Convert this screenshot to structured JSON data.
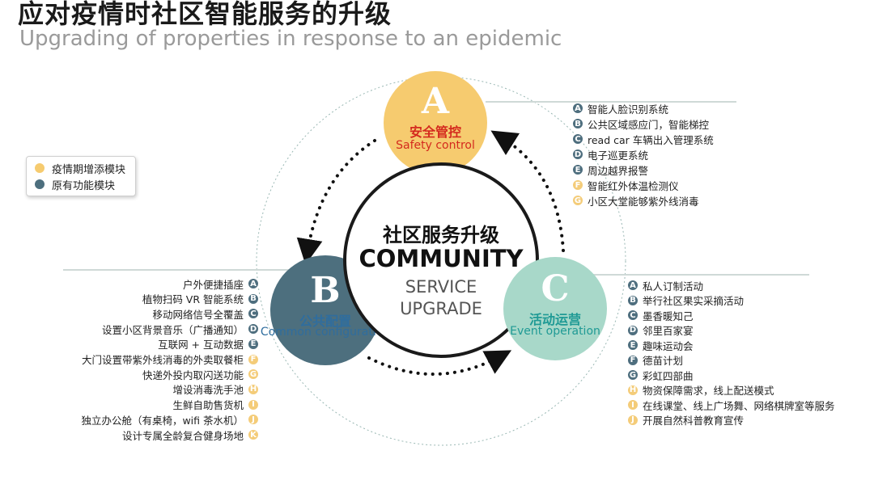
{
  "title": {
    "cn": "应对疫情时社区智能服务的升级",
    "en": "Upgrading of properties in response to an epidemic"
  },
  "colors": {
    "safety": "#f6cb6f",
    "common": "#4d6f7e",
    "event": "#a8d8c9",
    "new_badge": "#f4cc79",
    "old_badge": "#4e6e7e",
    "label_red": "#d42a1e",
    "label_blue": "#2f6d9e",
    "label_teal": "#1f9a95"
  },
  "legend": [
    {
      "label": "疫情期增添模块",
      "color": "#f6cb6f"
    },
    {
      "label": "原有功能模块",
      "color": "#4d6f7e"
    }
  ],
  "center": {
    "cn": "社区服务升级",
    "en1": "COMMUNITY",
    "en2": "SERVICE",
    "en3": "UPGRADE"
  },
  "nodes": {
    "a": {
      "letter": "A",
      "cn": "安全管控",
      "en": "Safety control"
    },
    "b": {
      "letter": "B",
      "cn": "公共配置",
      "en": "Common configuration"
    },
    "c": {
      "letter": "C",
      "cn": "活动运营",
      "en": "Event operation"
    }
  },
  "safety_items": [
    {
      "badge": "A",
      "text": "智能人脸识别系统",
      "kind": "old"
    },
    {
      "badge": "B",
      "text": "公共区域感应门，智能梯控",
      "kind": "old"
    },
    {
      "badge": "C",
      "text": "read car 车辆出入管理系统",
      "kind": "old"
    },
    {
      "badge": "D",
      "text": "电子巡更系统",
      "kind": "old"
    },
    {
      "badge": "E",
      "text": "周边越界报警",
      "kind": "old"
    },
    {
      "badge": "F",
      "text": "智能红外体温检测仪",
      "kind": "new"
    },
    {
      "badge": "G",
      "text": "小区大堂能够紫外线消毒",
      "kind": "new"
    }
  ],
  "common_items": [
    {
      "badge": "A",
      "text": "户外便捷插座",
      "kind": "old"
    },
    {
      "badge": "B",
      "text": "植物扫码 VR 智能系统",
      "kind": "old"
    },
    {
      "badge": "C",
      "text": "移动网络信号全覆盖",
      "kind": "old"
    },
    {
      "badge": "D",
      "text": "设置小区背景音乐（广播通知）",
      "kind": "old"
    },
    {
      "badge": "E",
      "text": "互联网 + 互动数据",
      "kind": "old"
    },
    {
      "badge": "F",
      "text": "大门设置带紫外线消毒的外卖取餐柜",
      "kind": "new"
    },
    {
      "badge": "G",
      "text": "快递外投内取闪送功能",
      "kind": "new"
    },
    {
      "badge": "H",
      "text": "增设消毒洗手池",
      "kind": "new"
    },
    {
      "badge": "I",
      "text": "生鲜自助售货机",
      "kind": "new"
    },
    {
      "badge": "J",
      "text": "独立办公舱（有桌椅，wifi 茶水机）",
      "kind": "new"
    },
    {
      "badge": "K",
      "text": "设计专属全龄复合健身场地",
      "kind": "new"
    }
  ],
  "event_items": [
    {
      "badge": "A",
      "text": "私人订制活动",
      "kind": "old"
    },
    {
      "badge": "B",
      "text": "举行社区果实采摘活动",
      "kind": "old"
    },
    {
      "badge": "C",
      "text": "墨香暖知己",
      "kind": "old"
    },
    {
      "badge": "D",
      "text": "邻里百家宴",
      "kind": "old"
    },
    {
      "badge": "E",
      "text": "趣味运动会",
      "kind": "old"
    },
    {
      "badge": "F",
      "text": "德苗计划",
      "kind": "old"
    },
    {
      "badge": "G",
      "text": "彩虹四部曲",
      "kind": "old"
    },
    {
      "badge": "H",
      "text": "物资保障需求，线上配送模式",
      "kind": "new"
    },
    {
      "badge": "I",
      "text": "在线课堂、线上广场舞、网络棋牌室等服务",
      "kind": "new"
    },
    {
      "badge": "J",
      "text": "开展自然科普教育宣传",
      "kind": "new"
    }
  ]
}
